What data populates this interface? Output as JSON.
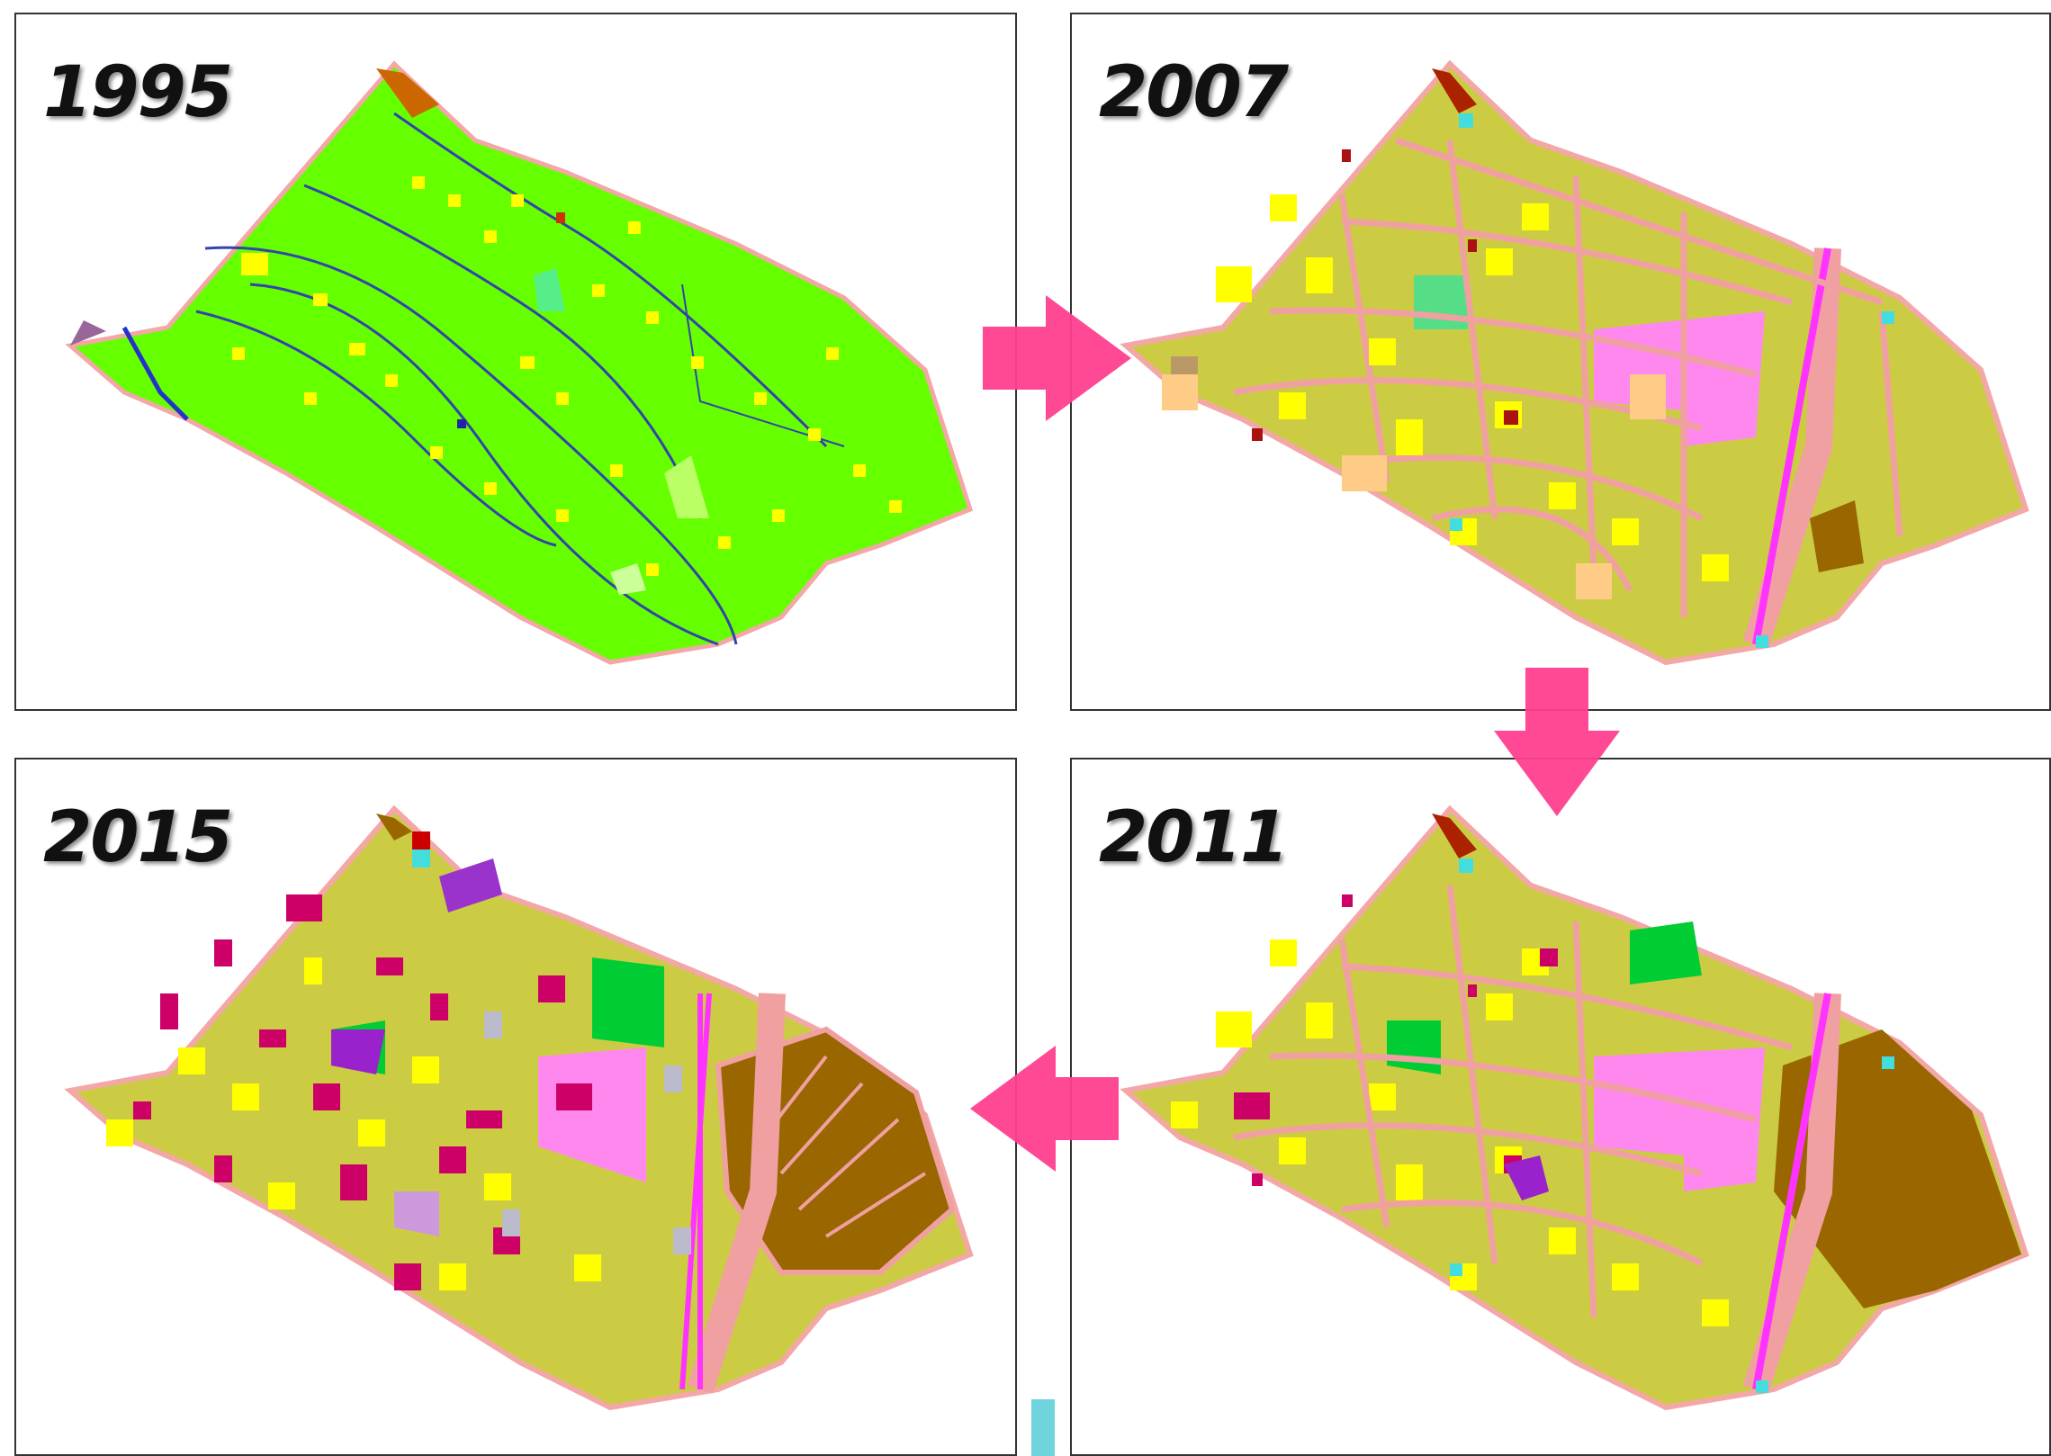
{
  "panels": [
    {
      "id": "p1995",
      "year": "1995"
    },
    {
      "id": "p2007",
      "year": "2007"
    },
    {
      "id": "p2011",
      "year": "2011"
    },
    {
      "id": "p2015",
      "year": "2015"
    }
  ],
  "colors": {
    "agriculture": "#66ff00",
    "residential_low": "#cccc44",
    "residential_yellow": "#ffff00",
    "commercial": "#cc0066",
    "road": "#f0a0a0",
    "water": "#2233cc",
    "rail": "#ff33ff",
    "green_space": "#00cc33",
    "special": "#996600",
    "public": "#ff88ee",
    "arrow": "#ff3f8e",
    "teal": "#66dddd"
  }
}
